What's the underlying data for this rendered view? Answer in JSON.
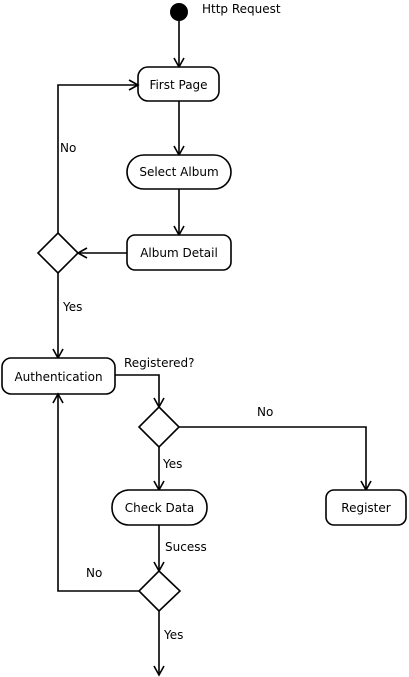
{
  "start": {
    "label": "Http Request"
  },
  "nodes": {
    "first_page": "First Page",
    "select_album": "Select Album",
    "album_detail": "Album Detail",
    "authentication": "Authentication",
    "check_data": "Check Data",
    "register": "Register"
  },
  "edge_labels": {
    "no_to_first_page": "No",
    "yes_to_authentication": "Yes",
    "registered_question": "Registered?",
    "no_to_register": "No",
    "yes_to_check_data": "Yes",
    "sucess": "Sucess",
    "no_to_authentication": "No",
    "yes_final": "Yes"
  }
}
